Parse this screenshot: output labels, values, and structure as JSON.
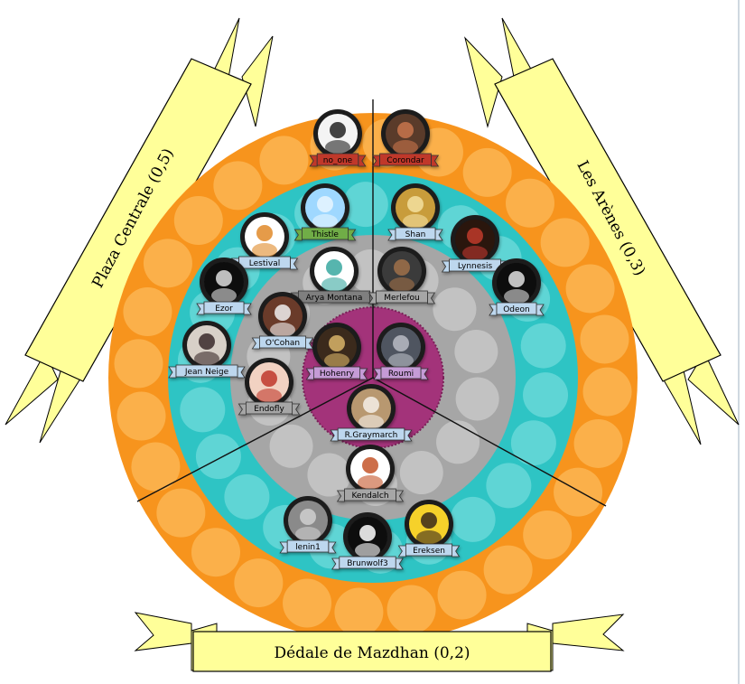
{
  "banners": {
    "left": "Plaza Centrale (0,5)",
    "right": "Les Arènes (0,3)",
    "bottom": "Dédale de Mazdhan (0,2)"
  },
  "colors": {
    "outer_ring": "#F7941D",
    "teal_ring": "#2EC4C4",
    "grey_ring": "#A6A6A6",
    "center": "#A3337A",
    "banner_fill": "#FFFF99",
    "label_default": "#BDD7EE",
    "label_no_one": "#C0392B",
    "label_corondar": "#C0392B",
    "label_thistle": "#70AD47",
    "label_arya": "#7F7F7F",
    "label_hohenry": "#C59BD6",
    "label_roumi": "#C59BD6",
    "label_graymarch": "#BDD7EE",
    "label_kendalch": "#A6A6A6",
    "label_endofly": "#A6A6A6",
    "label_merlefou": "#A6A6A6"
  },
  "players": [
    {
      "name": "no_one",
      "icon": "anime-boy-icon"
    },
    {
      "name": "Corondar",
      "icon": "beast-icon"
    },
    {
      "name": "Thistle",
      "icon": "ghost-girl-icon"
    },
    {
      "name": "Shan",
      "icon": "golden-art-icon"
    },
    {
      "name": "Lestival",
      "icon": "calvin-hobbes-icon"
    },
    {
      "name": "Lynnesis",
      "icon": "red-figure-icon"
    },
    {
      "name": "Arya Montana",
      "icon": "wild-logo-icon"
    },
    {
      "name": "Merlefou",
      "icon": "warrior-icon"
    },
    {
      "name": "Ezor",
      "icon": "dice-icon"
    },
    {
      "name": "Odeon",
      "icon": "dna-icon"
    },
    {
      "name": "O'Cohan",
      "icon": "sunglasses-face-icon"
    },
    {
      "name": "Jean Neige",
      "icon": "anime-hair-icon"
    },
    {
      "name": "Hohenry",
      "icon": "skull-pattern-icon"
    },
    {
      "name": "Roumi",
      "icon": "bird-icon"
    },
    {
      "name": "Endofly",
      "icon": "red-hair-face-icon"
    },
    {
      "name": "R.Graymarch",
      "icon": "old-man-icon"
    },
    {
      "name": "Kendalch",
      "icon": "red-panda-icon"
    },
    {
      "name": "lenin1",
      "icon": "statue-icon"
    },
    {
      "name": "Brunwolf3",
      "icon": "jolly-roger-icon"
    },
    {
      "name": "Ereksen",
      "icon": "cartoon-face-icon"
    }
  ]
}
